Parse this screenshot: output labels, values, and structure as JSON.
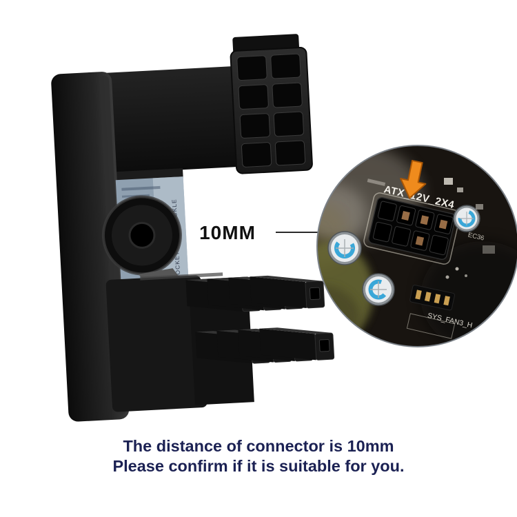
{
  "product": {
    "sticker_label": "SOCKET MODE BUCKLE"
  },
  "annotation": {
    "measurement": "10MM"
  },
  "inset": {
    "socket_label": "ATX_12V_2X4",
    "fan_header_label": "SYS_FAN3_H",
    "component_label": "EC36"
  },
  "caption": {
    "line1": "The distance of connector is 10mm",
    "line2": "Please confirm if it is suitable for you."
  },
  "colors": {
    "arrow": "#ef8b1d",
    "caption_text": "#1b2153",
    "capacitor_mark": "#3aa7d8"
  }
}
